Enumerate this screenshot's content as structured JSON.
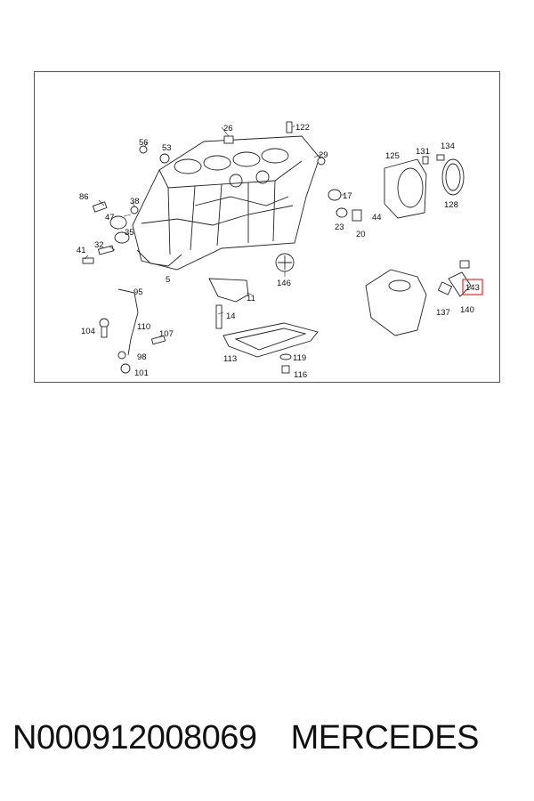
{
  "diagram": {
    "callouts": [
      "26",
      "122",
      "56",
      "53",
      "29",
      "125",
      "131",
      "134",
      "86",
      "38",
      "17",
      "47",
      "44",
      "128",
      "35",
      "23",
      "20",
      "32",
      "41",
      "5",
      "146",
      "143",
      "95",
      "11",
      "137",
      "140",
      "14",
      "104",
      "110",
      "107",
      "98",
      "113",
      "119",
      "101",
      "116"
    ],
    "highlighted_callout": "143",
    "highlight_color": "#e03030",
    "line_color": "#222222"
  },
  "caption": {
    "part_number": "N000912008069",
    "brand": "MERCEDES"
  }
}
